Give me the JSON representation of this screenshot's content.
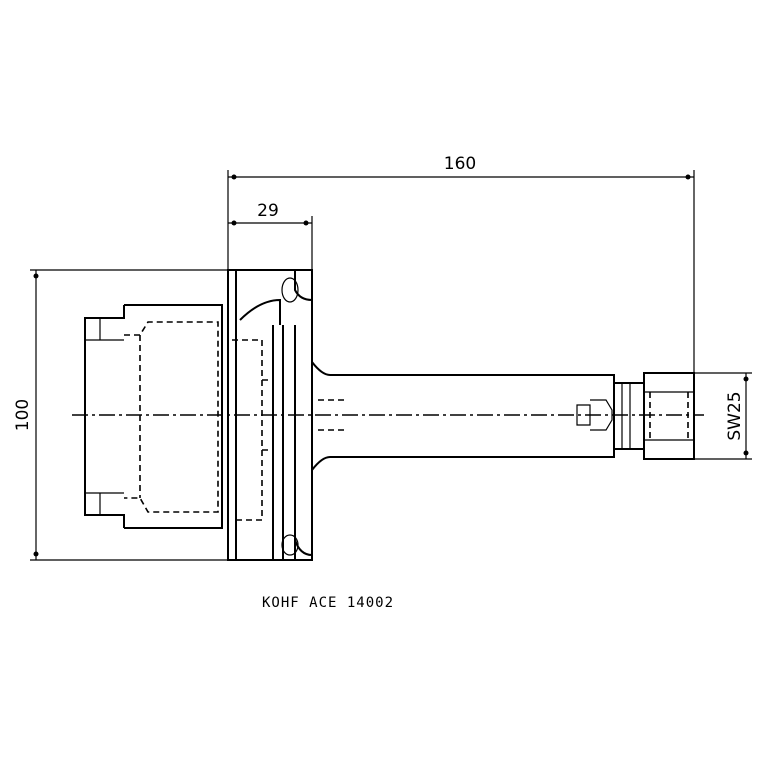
{
  "dimensions": {
    "overall_length": "160",
    "flange_thickness": "29",
    "body_diameter": "100",
    "wrench_size": "SW25"
  },
  "part_label": "KOHF ACE 14002"
}
